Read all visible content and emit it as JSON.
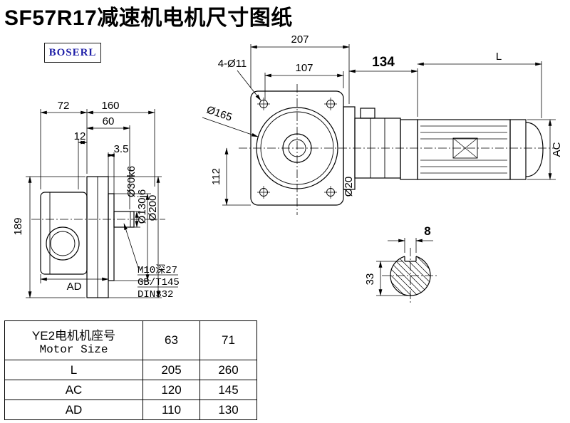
{
  "title": "SF57R17减速机电机尺寸图纸",
  "logo": {
    "text": "BOSERL",
    "color": "#2020a8"
  },
  "front_view": {
    "dim_72": "72",
    "dim_160": "160",
    "dim_60": "60",
    "dim_12": "12",
    "dim_3_5": "3.5",
    "dim_189": "189",
    "dim_ad": "AD",
    "dia_shaft": "Ø30k6",
    "dia_spigot": "Ø130j6",
    "dia_flange": "Ø200",
    "note_line1": "M10深27",
    "note_line2": "GB/T145",
    "note_line3": "DIN332"
  },
  "side_view": {
    "dim_207": "207",
    "dim_4xd11": "4-Ø11",
    "dim_107": "107",
    "dim_134": "134",
    "dim_l": "L",
    "dia_165": "Ø165",
    "dim_112": "112",
    "dia_motor_shaft": "Ø20",
    "dim_ac": "AC"
  },
  "shaft_section": {
    "dim_8": "8",
    "dim_33": "33"
  },
  "table": {
    "header": {
      "label_cn": "YE2电机机座号",
      "label_en": "Motor Size",
      "size_1": "63",
      "size_2": "71"
    },
    "rows": [
      {
        "label": "L",
        "v1": "205",
        "v2": "260"
      },
      {
        "label": "AC",
        "v1": "120",
        "v2": "145"
      },
      {
        "label": "AD",
        "v1": "110",
        "v2": "130"
      }
    ]
  }
}
